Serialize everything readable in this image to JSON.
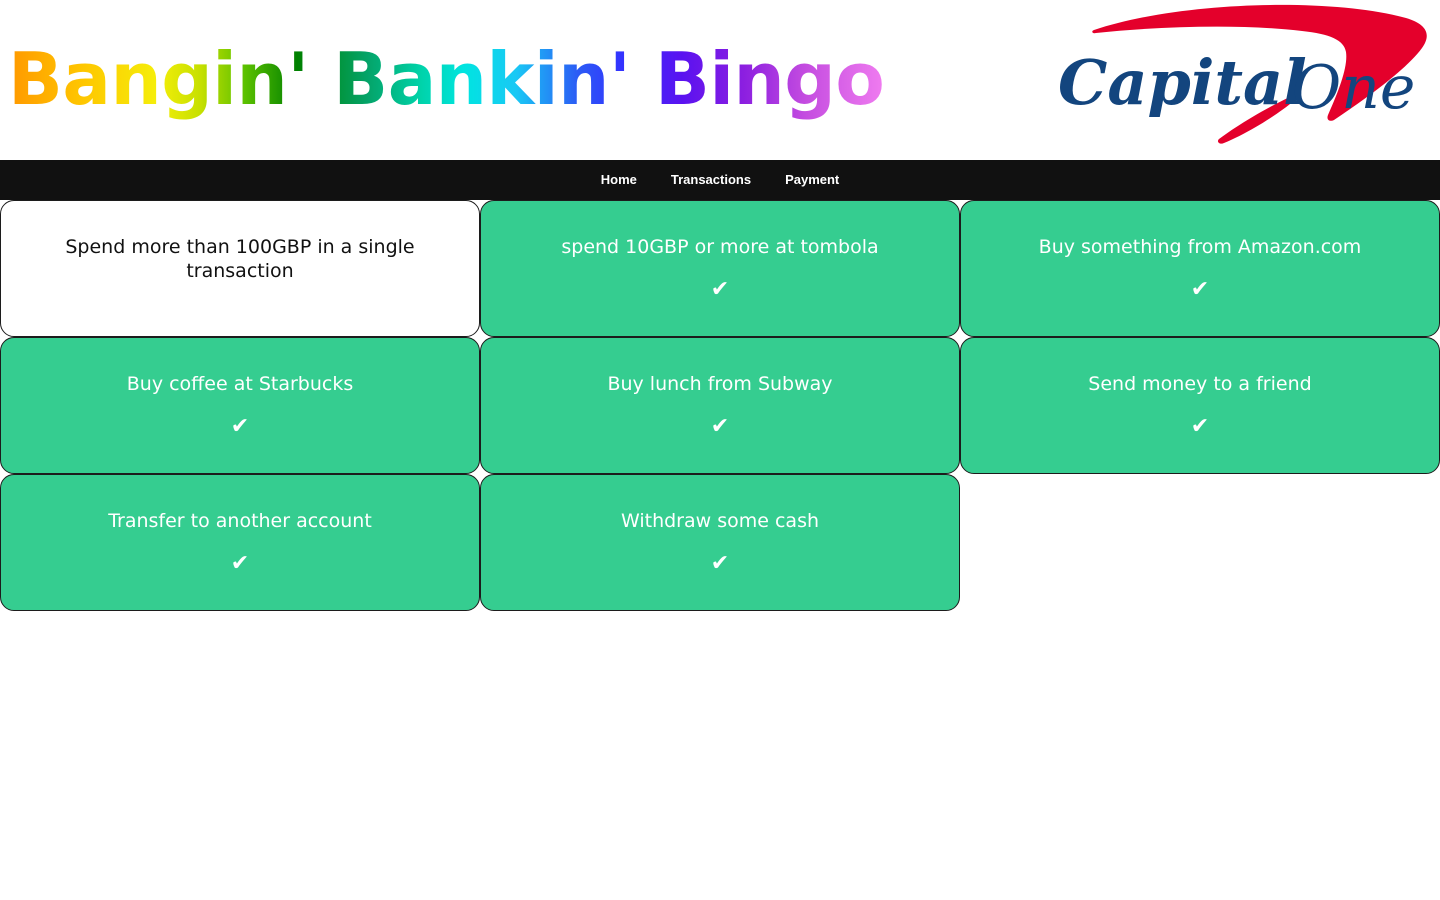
{
  "header": {
    "title": "Bangin' Bankin' Bingo",
    "logo_name": "Capital One",
    "logo_word_1": "Capital",
    "logo_word_2": "One",
    "brand_red": "#e4002b",
    "brand_blue": "#13457e"
  },
  "nav": {
    "items": [
      {
        "label": "Home"
      },
      {
        "label": "Transactions"
      },
      {
        "label": "Payment"
      }
    ]
  },
  "bingo": {
    "check_glyph": "✔",
    "checked_color": "#35cd90",
    "unchecked_color": "#ffffff",
    "cells": [
      {
        "text": "Spend more than 100GBP in a single transaction",
        "checked": false
      },
      {
        "text": "spend 10GBP or more at tombola",
        "checked": true
      },
      {
        "text": "Buy something from Amazon.com",
        "checked": true
      },
      {
        "text": "Buy coffee at Starbucks",
        "checked": true
      },
      {
        "text": "Buy lunch from Subway",
        "checked": true
      },
      {
        "text": "Send money to a friend",
        "checked": true
      },
      {
        "text": "Transfer to another account",
        "checked": true
      },
      {
        "text": "Withdraw some cash",
        "checked": true
      }
    ]
  }
}
